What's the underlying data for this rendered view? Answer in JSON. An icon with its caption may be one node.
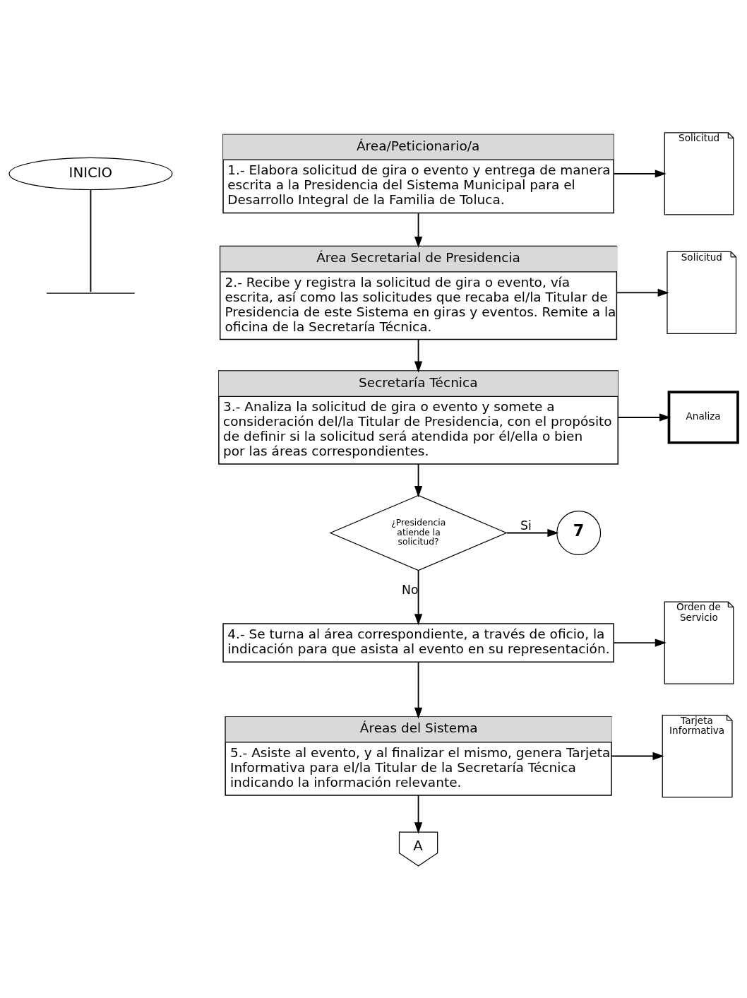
{
  "diagram": {
    "nodes": [
      {
        "text": [
          "INICIO"
        ]
      },
      {
        "text": [
          "Área/Peticionario/a",
          "1.- Elabora solicitud de gira o evento y entrega de manera escrita a la Presidencia del Sistema Municipal para el Desarrollo Integral de la Familia de Toluca."
        ]
      },
      {
        "text": [
          "Solicitud"
        ]
      },
      {
        "text": [
          "Área Secretarial de Presidencia",
          "2.- Recibe y registra la solicitud de gira o evento, vía escrita, así como las solicitudes que recaba el/la Titular de Presidencia de este Sistema en giras y eventos. Remite a la oficina de la Secretaría Técnica."
        ]
      },
      {
        "text": [
          "Solicitud"
        ]
      },
      {
        "text": [
          "Secretaría Técnica",
          "3.- Analiza la solicitud de gira o evento y somete a consideración del/la Titular de Presidencia, con el propósito de definir si la solicitud será atendida por él/ella o bien por las áreas correspondientes."
        ]
      },
      {
        "text": [
          "Analiza"
        ]
      },
      {
        "text": [
          "¿Presidencia atiende la solicitud?"
        ]
      },
      {
        "text": [
          "7"
        ]
      },
      {
        "text": [
          "4.- Se turna al área correspondiente, a través de oficio, la indicación para que asista al evento en su representación."
        ]
      },
      {
        "text": [
          "Orden de Servicio"
        ]
      },
      {
        "text": [
          "Áreas del Sistema",
          "5.- Asiste al evento, y al finalizar el mismo, genera Tarjeta Informativa para el/la Titular de la Secretaría Técnica indicando la información relevante."
        ]
      },
      {
        "text": [
          "Tarjeta Informativa"
        ]
      },
      {
        "text": [
          "A"
        ]
      }
    ],
    "edges": [
      {
        "from": 0,
        "to": null,
        "arrow": "none"
      },
      {
        "from": 1,
        "to": 2,
        "arrow": "to"
      },
      {
        "from": 1,
        "to": 3,
        "arrow": "to"
      },
      {
        "from": 3,
        "to": 4,
        "arrow": "to"
      },
      {
        "from": 3,
        "to": 5,
        "arrow": "to"
      },
      {
        "from": 5,
        "to": 6,
        "arrow": "to"
      },
      {
        "from": 5,
        "to": 7,
        "arrow": "to"
      },
      {
        "from": 7,
        "to": 8,
        "label": "Si",
        "arrow": "to"
      },
      {
        "from": 7,
        "to": 9,
        "label": "No",
        "arrow": "to"
      },
      {
        "from": 9,
        "to": 10,
        "arrow": "to"
      },
      {
        "from": 9,
        "to": 11,
        "arrow": "to"
      },
      {
        "from": 11,
        "to": 12,
        "arrow": "to"
      },
      {
        "from": 11,
        "to": 13,
        "arrow": "to"
      }
    ]
  }
}
